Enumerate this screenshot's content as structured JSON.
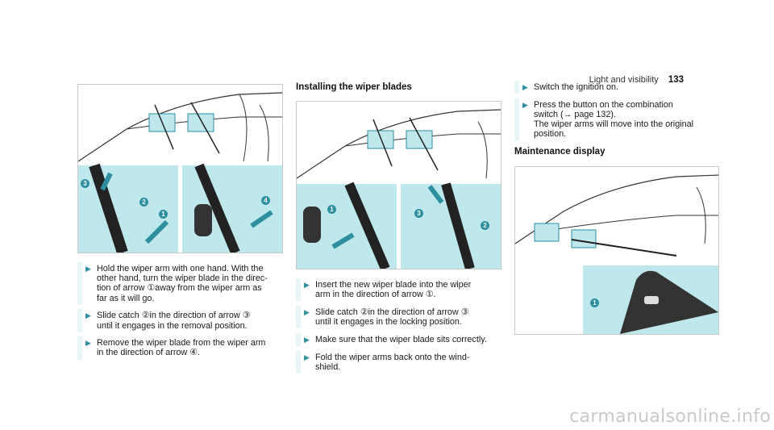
{
  "header": {
    "section": "Light and visibility",
    "page": "133"
  },
  "col2_heading": "Installing the wiper blades",
  "col3_heading": "Maintenance display",
  "col1_steps": [
    {
      "lines": [
        "Hold the wiper arm with one hand. With the",
        "other hand, turn the wiper blade in the direc-",
        "tion of arrow ①away from the wiper arm as",
        "far as it will go."
      ]
    },
    {
      "lines": [
        "Slide catch ②in the direction of arrow ③",
        "until it engages in the removal position."
      ]
    },
    {
      "lines": [
        "Remove the wiper blade from the wiper arm",
        "in the direction of arrow ④."
      ]
    }
  ],
  "col2_steps": [
    {
      "lines": [
        "Insert the new wiper blade into the wiper",
        "arm in the direction of arrow ①."
      ]
    },
    {
      "lines": [
        "Slide catch ②in the direction of arrow ③",
        "until it engages in the locking position."
      ]
    },
    {
      "lines": [
        "Make sure that the wiper blade sits correctly."
      ]
    },
    {
      "lines": [
        "Fold the wiper arms back onto the wind-",
        "shield."
      ]
    }
  ],
  "col3_steps": [
    {
      "lines": [
        "Switch the ignition on."
      ]
    },
    {
      "lines": [
        "Press the  button on the combination",
        "switch (→ page 132).",
        "The wiper arms will move into the original",
        "position."
      ]
    }
  ],
  "figure_callouts": {
    "fig1": [
      "3",
      "2",
      "1",
      "4"
    ],
    "fig2": [
      "1",
      "3",
      "2"
    ],
    "fig3": [
      "1"
    ]
  },
  "watermark": "carmanualsonline.info",
  "colors": {
    "accent": "#2e8fa0",
    "panel": "#bfe8ec",
    "callout": "#2e8fa0"
  }
}
